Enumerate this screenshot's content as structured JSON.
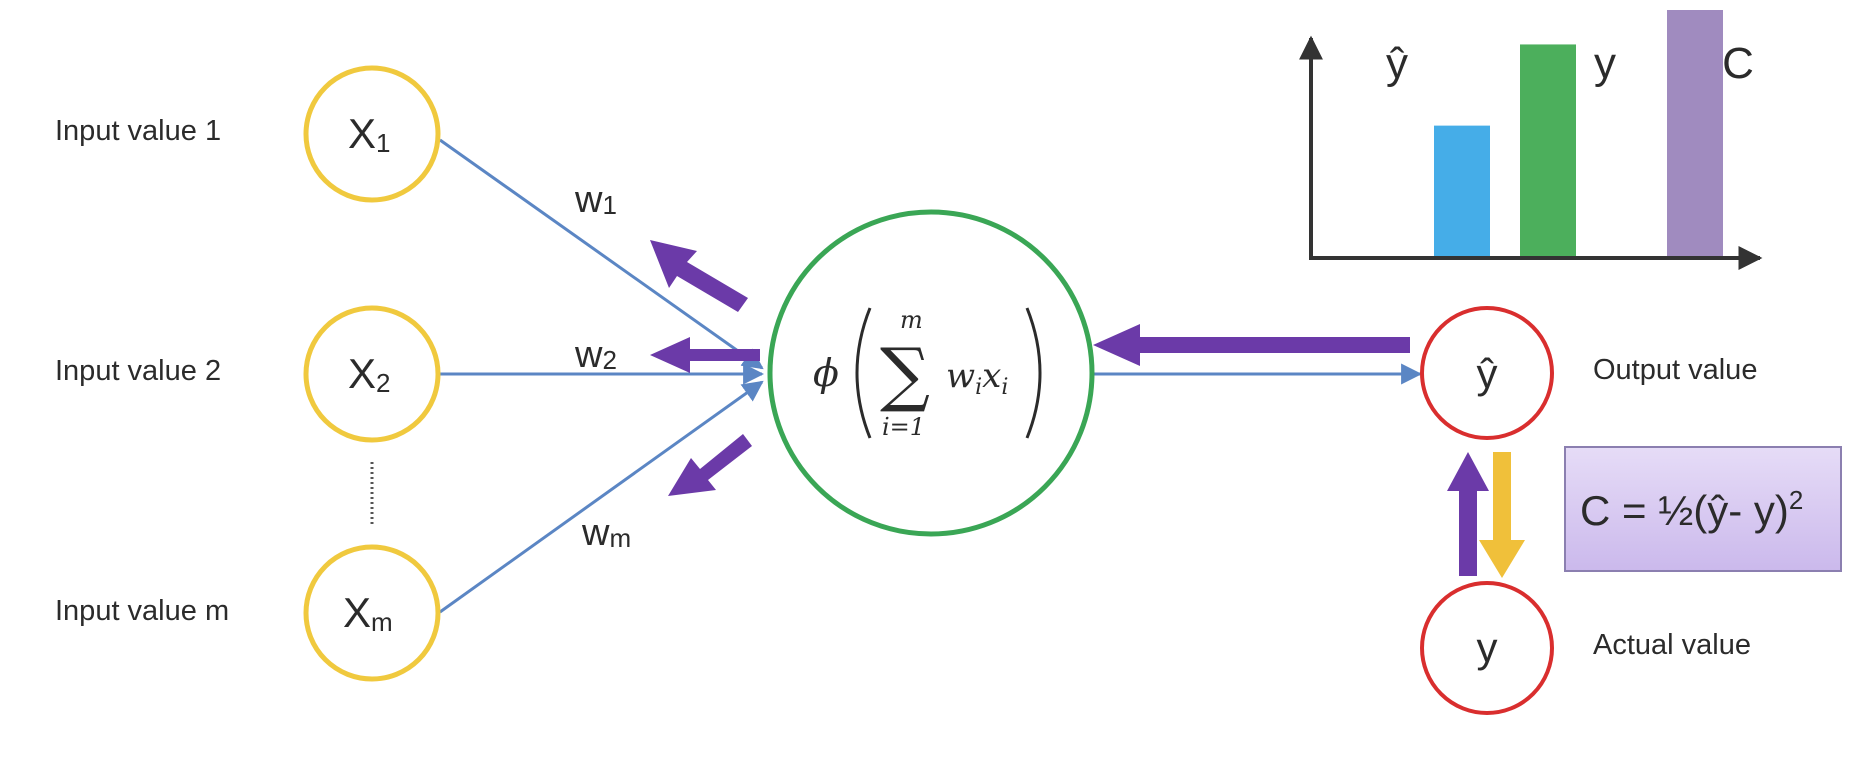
{
  "inputs": [
    {
      "label": "Input value 1",
      "node": "X",
      "sub": "1"
    },
    {
      "label": "Input value 2",
      "node": "X",
      "sub": "2"
    },
    {
      "label": "Input value m",
      "node": "X",
      "sub": "m"
    }
  ],
  "weights": [
    {
      "w": "w",
      "sub": "1"
    },
    {
      "w": "w",
      "sub": "2"
    },
    {
      "w": "w",
      "sub": "m"
    }
  ],
  "neuron": {
    "phi": "ϕ",
    "sum": "∑",
    "upper": "m",
    "lower": "i=1",
    "term_w": "w",
    "term_w_sub": "i",
    "term_x": "x",
    "term_x_sub": "i"
  },
  "output": {
    "node": "ŷ",
    "label": "Output value"
  },
  "actual": {
    "node": "y",
    "label": "Actual value"
  },
  "cost": {
    "text": "C = ½(ŷ- y)",
    "sup": "2"
  },
  "chart_data": {
    "type": "bar",
    "categories": [
      "ŷ",
      "y",
      "C"
    ],
    "values": [
      0.53,
      0.86,
      1.0
    ],
    "colors": [
      "#45ade8",
      "#4caf5c",
      "#a08bbf"
    ],
    "grid": false
  },
  "colors": {
    "input_node": "#f0c93e",
    "neuron": "#3aa655",
    "output_node": "#d92e2e",
    "arrow": "#6b3aa8",
    "line": "#5b86c4",
    "down_arrow": "#f0c03a",
    "cost_box": "#d9cdf2"
  }
}
